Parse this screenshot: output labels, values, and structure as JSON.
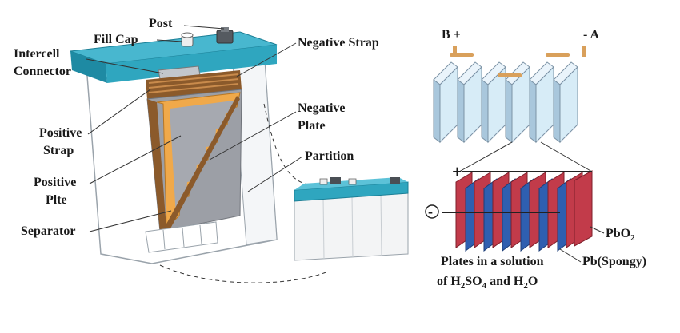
{
  "labels": {
    "post": "Post",
    "fill_cap": "Fill Cap",
    "intercell_line1": "Intercell",
    "intercell_line2": "Connector",
    "negative_strap": "Negative Strap",
    "negative_plate_line1": "Negative",
    "negative_plate_line2": "Plate",
    "partition": "Partition",
    "positive_strap_line1": "Positive",
    "positive_strap_line2": "Strap",
    "positive_plate_line1": "Positive",
    "positive_plate_line2": "Plte",
    "separator": "Separator",
    "terminal_b": "B +",
    "terminal_a": "- A",
    "plus": "+",
    "minus": "-",
    "pbo2_main": "PbO",
    "pbo2_sub": "2",
    "pb_spongy": "Pb(Spongy)",
    "solution_line1": "Plates in a solution",
    "solution_line2_a": "of H",
    "solution_line2_b": "2",
    "solution_line2_c": "SO",
    "solution_line2_d": "4",
    "solution_line2_e": " and H",
    "solution_line2_f": "2",
    "solution_line2_g": "O"
  },
  "colors": {
    "lid": "#2fa6bf",
    "lid_dark": "#1b7f96",
    "case": "#ffffff",
    "case_edge": "#9aa3ab",
    "plate_gray": "#9c9fa6",
    "plate_dark": "#6f737a",
    "separator_orange": "#f0a94a",
    "strap_brown": "#8b5a2b",
    "cell_blue": "#d7ecf7",
    "cell_edge": "#7c93a6",
    "plate_red": "#c23b4a",
    "plate_blue": "#2f5fb0",
    "connector_tan": "#d9a05b"
  },
  "icons": {
    "cutaway": "battery-cutaway-illustration",
    "small_battery": "small-battery-icon",
    "cells": "cell-series-illustration",
    "plates": "plate-stack-illustration"
  }
}
